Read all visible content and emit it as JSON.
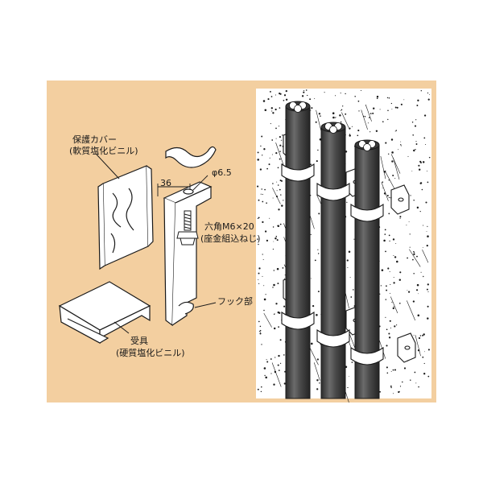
{
  "labels": {
    "protective_cover": "保護カバー",
    "protective_cover_material": "(軟質塩化ビニル)",
    "dimension_width": "36",
    "dimension_hole": "φ6.5",
    "bolt": "六角M6×20",
    "bolt_detail": "(座金組込ねじ)",
    "hook": "フック部",
    "receiver": "受具",
    "receiver_material": "(硬質塩化ビニル)"
  },
  "colors": {
    "background": "#f3cfa0",
    "cable": "#4a4a4a",
    "metal": "#ffffff",
    "outline": "#1a1a1a"
  }
}
